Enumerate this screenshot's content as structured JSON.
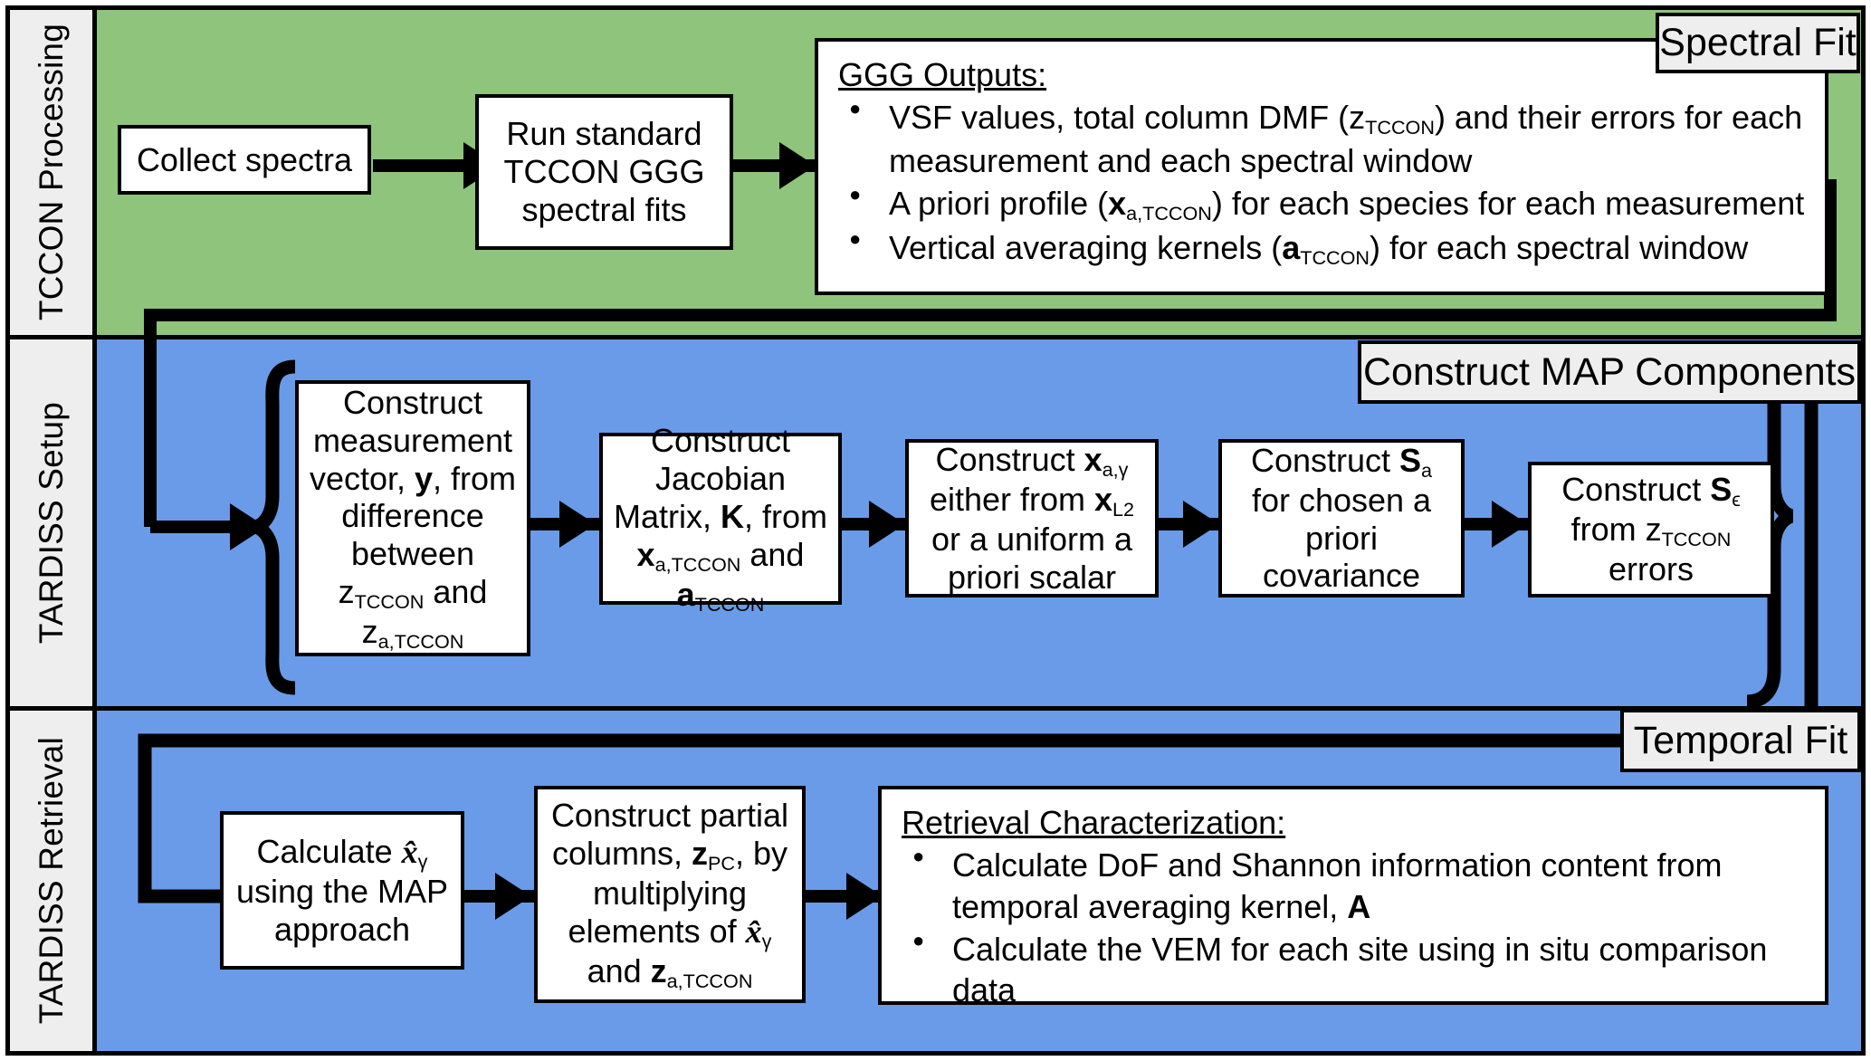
{
  "rows": [
    {
      "id": "tccon-processing",
      "label": "TCCON Processing",
      "band_color": "#8fc47c"
    },
    {
      "id": "tardiss-setup",
      "label": "TARDISS Setup",
      "band_color": "#6a9be8"
    },
    {
      "id": "tardiss-retrieval",
      "label": "TARDISS Retrieval",
      "band_color": "#6a9be8"
    }
  ],
  "stage_labels": [
    {
      "id": "spectral-fit",
      "text": "Spectral Fit"
    },
    {
      "id": "construct-map-components",
      "text": "Construct MAP Components"
    },
    {
      "id": "temporal-fit",
      "text": "Temporal Fit"
    }
  ],
  "boxes": {
    "collect_spectra": "Collect spectra",
    "run_ggg": "Run standard TCCON GGG spectral fits",
    "measurement_vector": "Construct measurement vector, y, from difference between z_TCCON and z_a,TCCON",
    "jacobian": "Construct Jacobian Matrix, K, from x_a,TCCON and a_TCCON",
    "construct_xa": "Construct x_a,γ either from x_L2 or a uniform a priori scalar",
    "construct_sa": "Construct S_a for chosen a priori covariance",
    "construct_se": "Construct S_ε from z_TCCON errors",
    "calculate_x": "Calculate x̂_γ using the MAP approach",
    "partial_columns": "Construct partial columns, z_PC, by multiplying elements of x̂_γ and z_a,TCCON"
  },
  "ggg_outputs": {
    "heading": "GGG Outputs:",
    "items": [
      "VSF values, total column DMF (z_TCCON) and their errors for each measurement and each spectral window",
      "A priori profile (x_a,TCCON) for each species for each measurement",
      "Vertical averaging kernels (a_TCCON) for each spectral window"
    ]
  },
  "retrieval_characterization": {
    "heading": "Retrieval Characterization:",
    "items": [
      "Calculate DoF and Shannon information content from temporal averaging kernel, A",
      "Calculate the VEM for each site using in situ comparison data"
    ]
  },
  "colors": {
    "green_band": "#8fc47c",
    "blue_band": "#6a9be8",
    "rail": "#eeeeee",
    "label_bg": "#eeeeee",
    "stroke": "#000000",
    "box_fill": "#ffffff"
  }
}
